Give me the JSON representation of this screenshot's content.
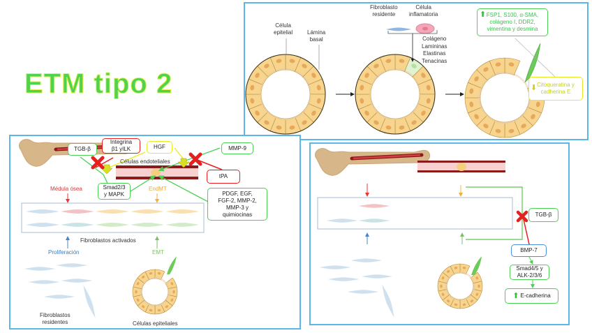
{
  "title": "ETM tipo 2",
  "top_panel": {
    "labels": {
      "celula_epitelial": "Célula\nepitelial",
      "lamina_basal": "Lámina\nbasal",
      "fibroblasto_residente": "Fibroblasto\nresidente",
      "celula_inflamatoria": "Célula\ninflamatoria",
      "ecm_components": "Colágeno\nLamininas\nElastinas\nTenacinas"
    },
    "markers_up": "FSP1, S100, α-SMA,\ncolágeno I, DDR2,\nvimentina y desmina",
    "markers_down": "Citoqueratina y\ncadherina E"
  },
  "left_panel": {
    "boxes": {
      "tgb": "TGB-β",
      "integrina": "Integrina\nβ1 yILK",
      "hgf": "HGF",
      "mmp9": "MMP-9",
      "tpa": "tPA",
      "smad": "Smad2/3\ny MAPK",
      "factors": "PDGF, EGF,\nFGF-2, MMP-2,\nMMP-3 y\nquimiocinas"
    },
    "labels": {
      "celulas_endoteliales": "Células endoteliales",
      "medula_osea": "Médula ósea",
      "endmt": "EndMT",
      "fibroblastos_activados": "Fibroblastos activados",
      "proliferacion": "Proliferación",
      "emt": "EMT",
      "fibroblastos_residentes": "Fibroblastos\nresidentes",
      "celulas_epiteliales": "Células epiteliales"
    }
  },
  "right_panel": {
    "boxes": {
      "tgb": "TGB-β",
      "bmp7": "BMP-7",
      "smad45": "Smad4/5 y\nALK-2/3/6",
      "ecadherina": "E-cadherina"
    }
  },
  "colors": {
    "panel_border": "#5bb8e6",
    "title_fill": "#4fd34f",
    "title_stroke": "#e5f046",
    "green": "#4cd155",
    "red": "#ee1c1c",
    "yellow": "#e6ec22",
    "blue": "#4a90d9",
    "orange": "#f0a830",
    "cell_fill": "#f7d58f",
    "nucleus": "#e8a85a"
  }
}
